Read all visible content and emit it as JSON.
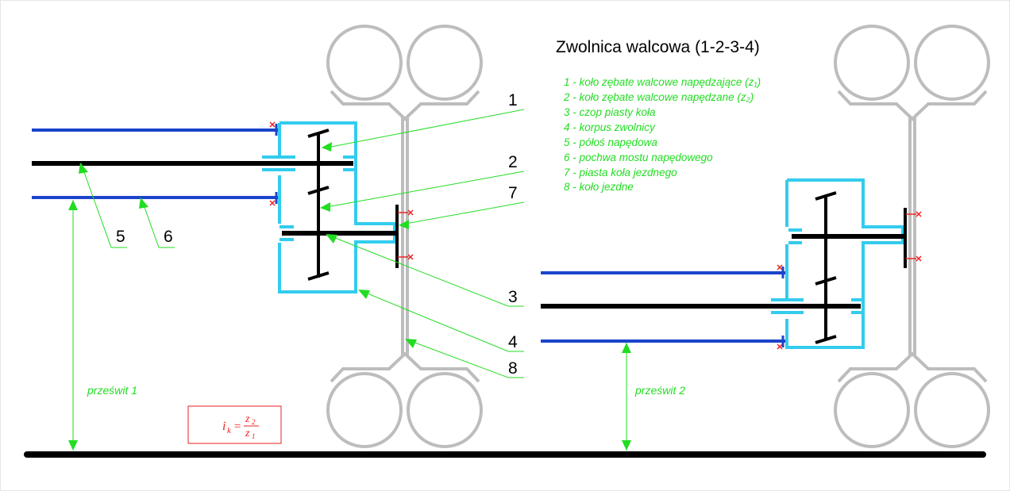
{
  "title": "Zwolnica walcowa (1-2-3-4)",
  "legend": [
    "1 - koło zębate walcowe napędzające (z₁)",
    "2 - koło zębate walcowe napędzane (z₂)",
    "3 - czop piasty koła",
    "4 - korpus zwolnicy",
    "5 - półoś napędowa",
    "6 - pochwa mostu napędowego",
    "7 - piasta koła jezdnego",
    "8 - koło jezdne"
  ],
  "callouts": [
    "1",
    "2",
    "7",
    "3",
    "4",
    "8",
    "5",
    "6"
  ],
  "clearance_1": "prześwit 1",
  "clearance_2": "prześwit 2",
  "formula": {
    "lhs": "i",
    "sub": "k",
    "eq": "=",
    "num": "z",
    "num_sub": "2",
    "den": "z",
    "den_sub": "1"
  },
  "colors": {
    "case": "#33ccee",
    "axle_housing": "#1a44cc",
    "shaft": "#000000",
    "wheel": "#bdbdbd",
    "labels": "#22dd22",
    "marks": "#ee2222"
  }
}
